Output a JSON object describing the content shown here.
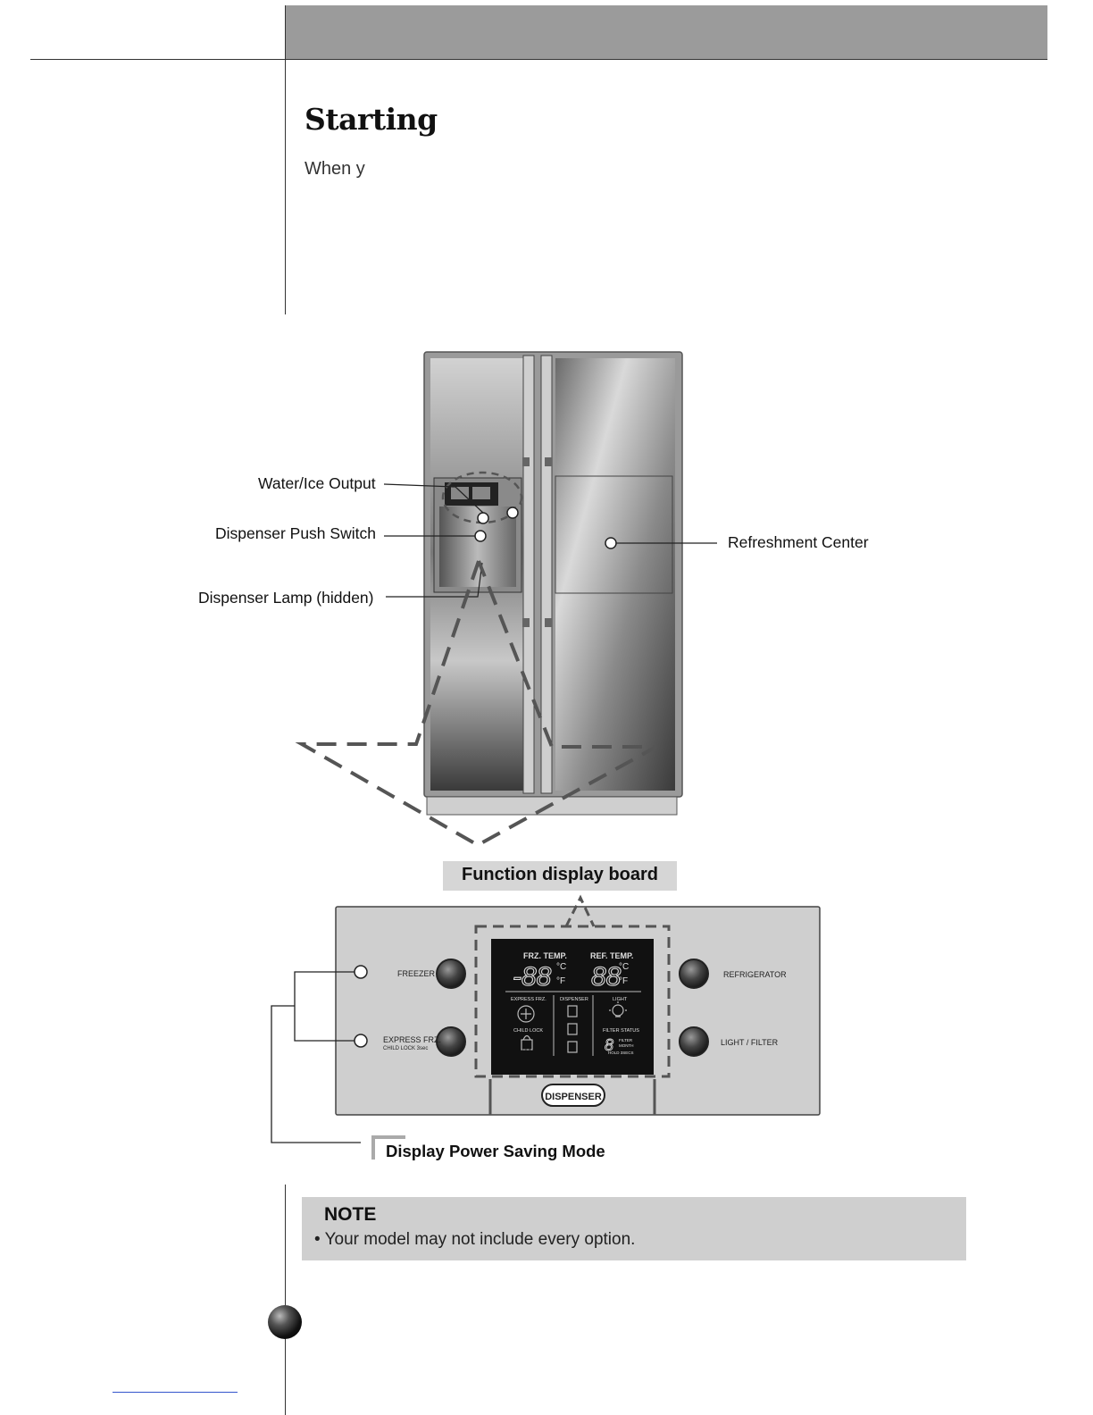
{
  "header": {
    "title": "Starting",
    "intro": "When y"
  },
  "fridge_labels": {
    "water_ice_output": "Water/Ice Output",
    "dispenser_push_switch": "Dispenser Push Switch",
    "dispenser_lamp": "Dispenser Lamp (hidden)",
    "refreshment_center": "Refreshment Center"
  },
  "display_board": {
    "caption": "Function display board",
    "buttons": {
      "freezer": "FREEZER",
      "express_frz": "EXPRESS FRZ.",
      "child_lock_hint": "CHILD LOCK 3sec",
      "refrigerator": "REFRIGERATOR",
      "light_filter": "LIGHT / FILTER",
      "dispenser": "DISPENSER"
    },
    "lcd": {
      "frz_temp": "FRZ. TEMP.",
      "ref_temp": "REF. TEMP.",
      "frz_digits": "-88",
      "ref_digits": "88",
      "unit_c": "°C",
      "unit_f": "°F",
      "express_frz": "EXPRESS FRZ.",
      "dispenser": "DISPENSER",
      "light": "LIGHT",
      "child_lock": "CHILD LOCK",
      "filter_status": "FILTER STATUS",
      "filter_digit": "8",
      "filter_month_1": "FILTER",
      "filter_month_2": "MONTH",
      "hold": "HOLD 3SECS",
      "lock": "LOCK"
    }
  },
  "power_saving_label": "Display Power Saving Mode",
  "note": {
    "title": "NOTE",
    "text": "• Your model may not include every option."
  },
  "colors": {
    "header_bar": "#9b9b9b",
    "note_bg": "#cfcfcf",
    "caption_bg": "#d6d6d6",
    "panel_bg": "#cfcfcf",
    "lcd_bg": "#111111"
  }
}
